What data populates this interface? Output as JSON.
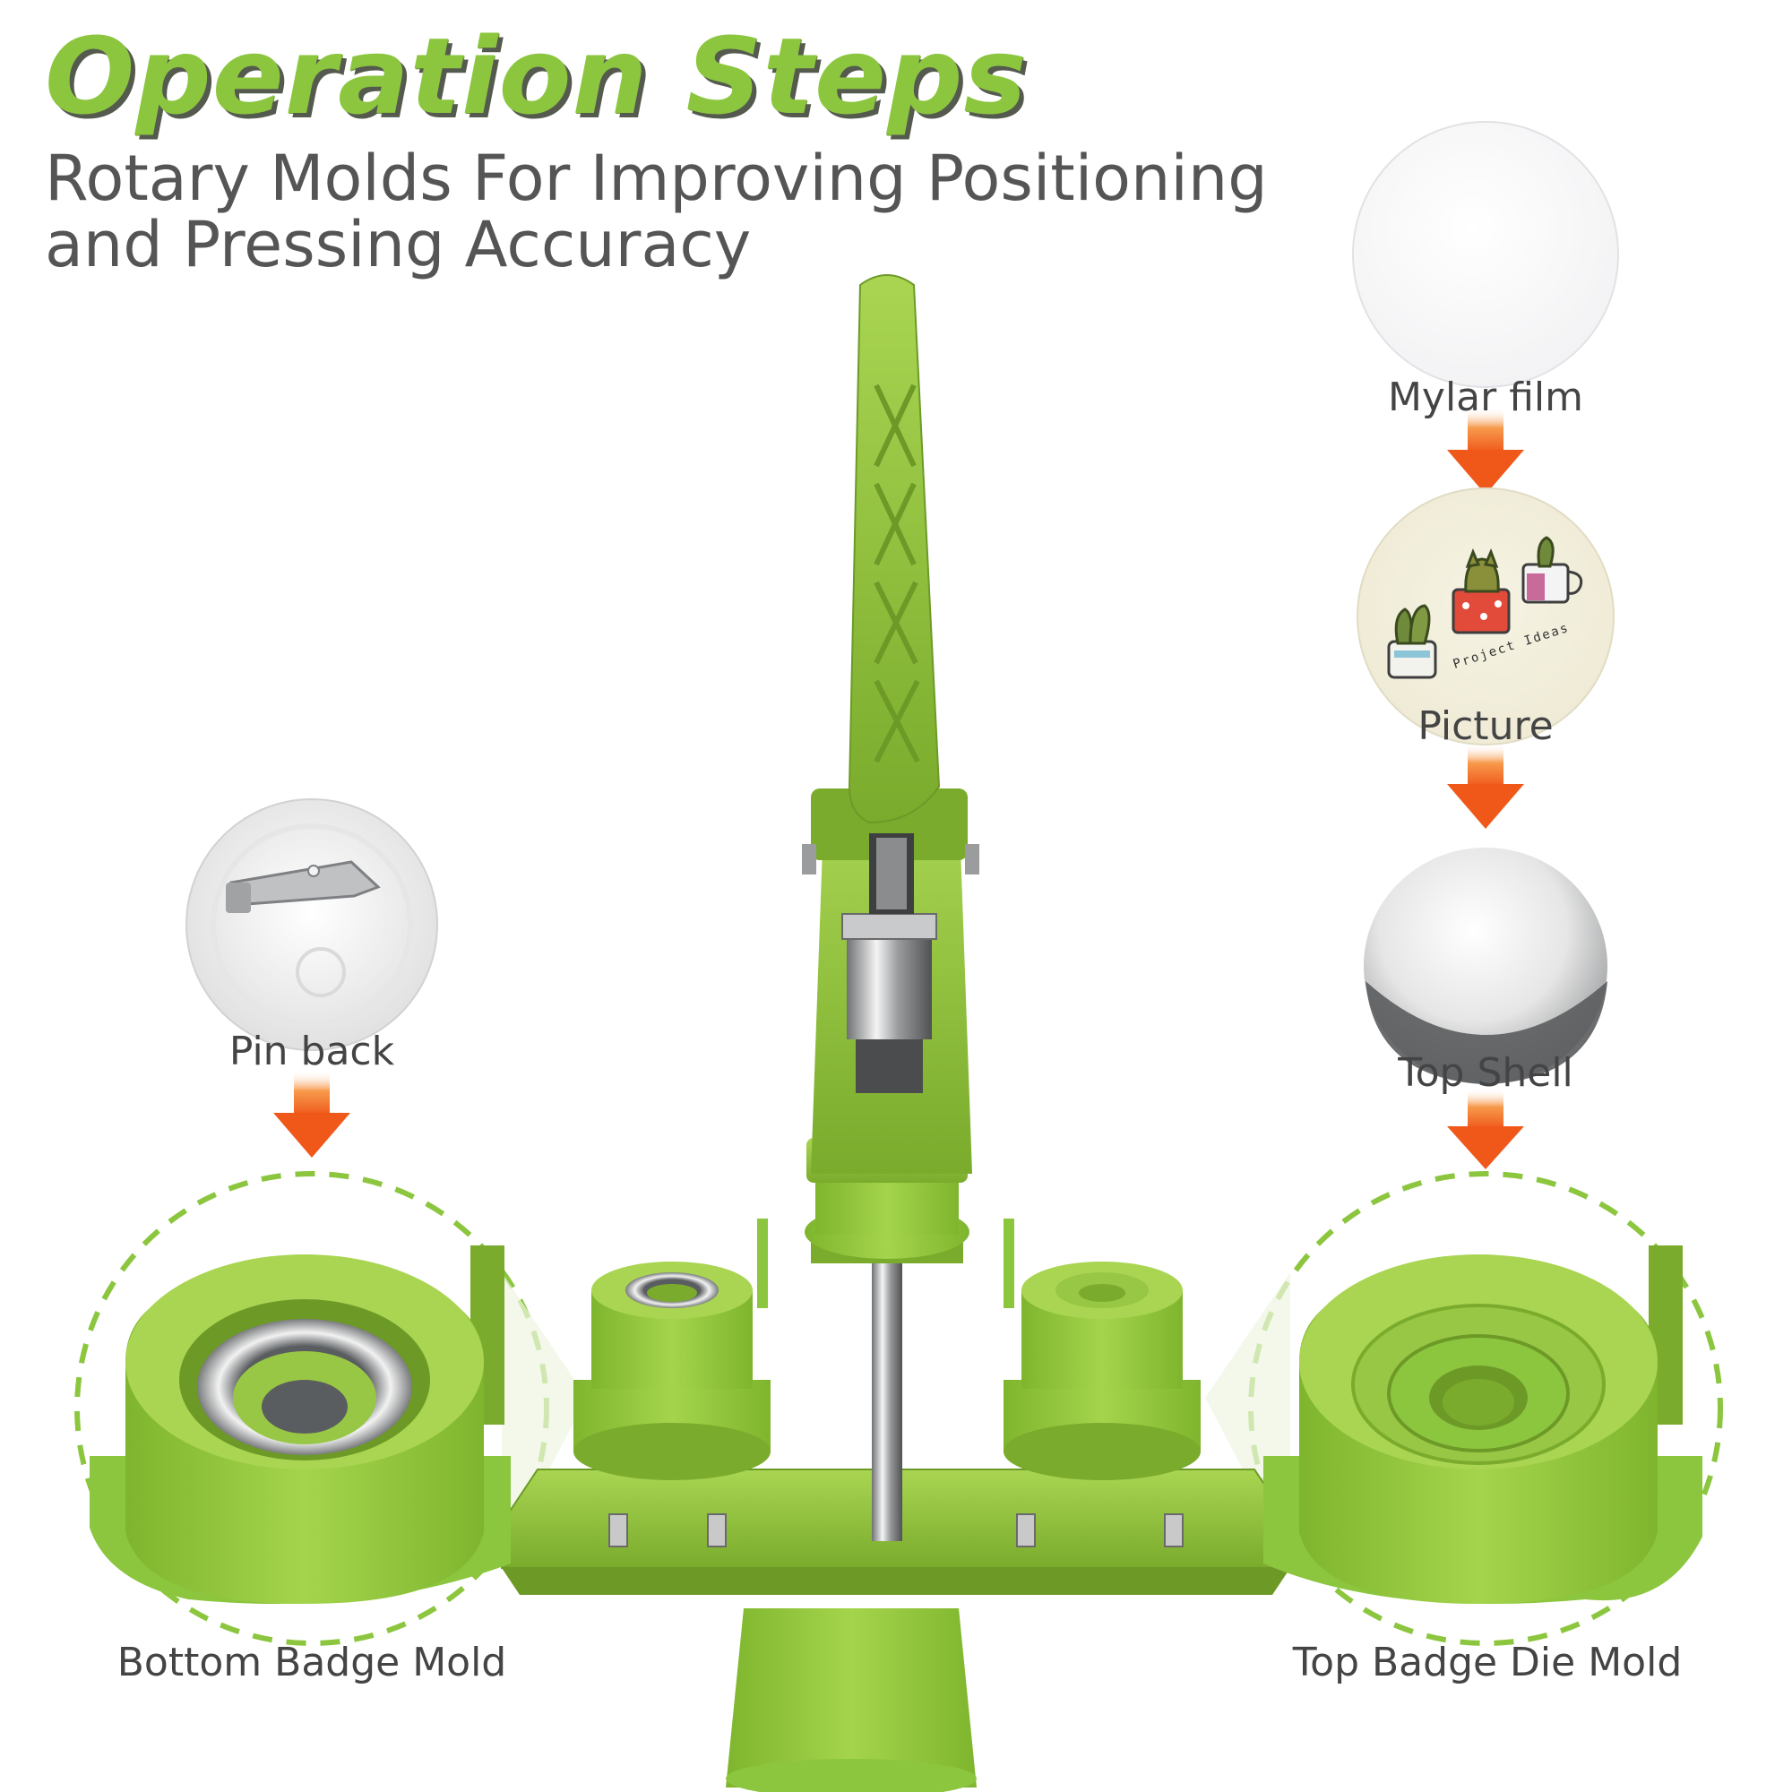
{
  "heading": {
    "title": "Operation Steps",
    "subtitle_line1": "Rotary Molds For Improving Positioning",
    "subtitle_line2": "and Pressing Accuracy"
  },
  "labels": {
    "mylar_film": "Mylar film",
    "picture": "Picture",
    "top_shell": "Top Shell",
    "pin_back": "Pin back",
    "bottom_mold": "Bottom Badge Mold",
    "top_mold": "Top Badge Die Mold"
  },
  "picture_art_text": "Project Ideas",
  "colors": {
    "brand_green": "#8cc63f",
    "arrow_orange": "#f26a1b",
    "text_gray": "#444444"
  }
}
